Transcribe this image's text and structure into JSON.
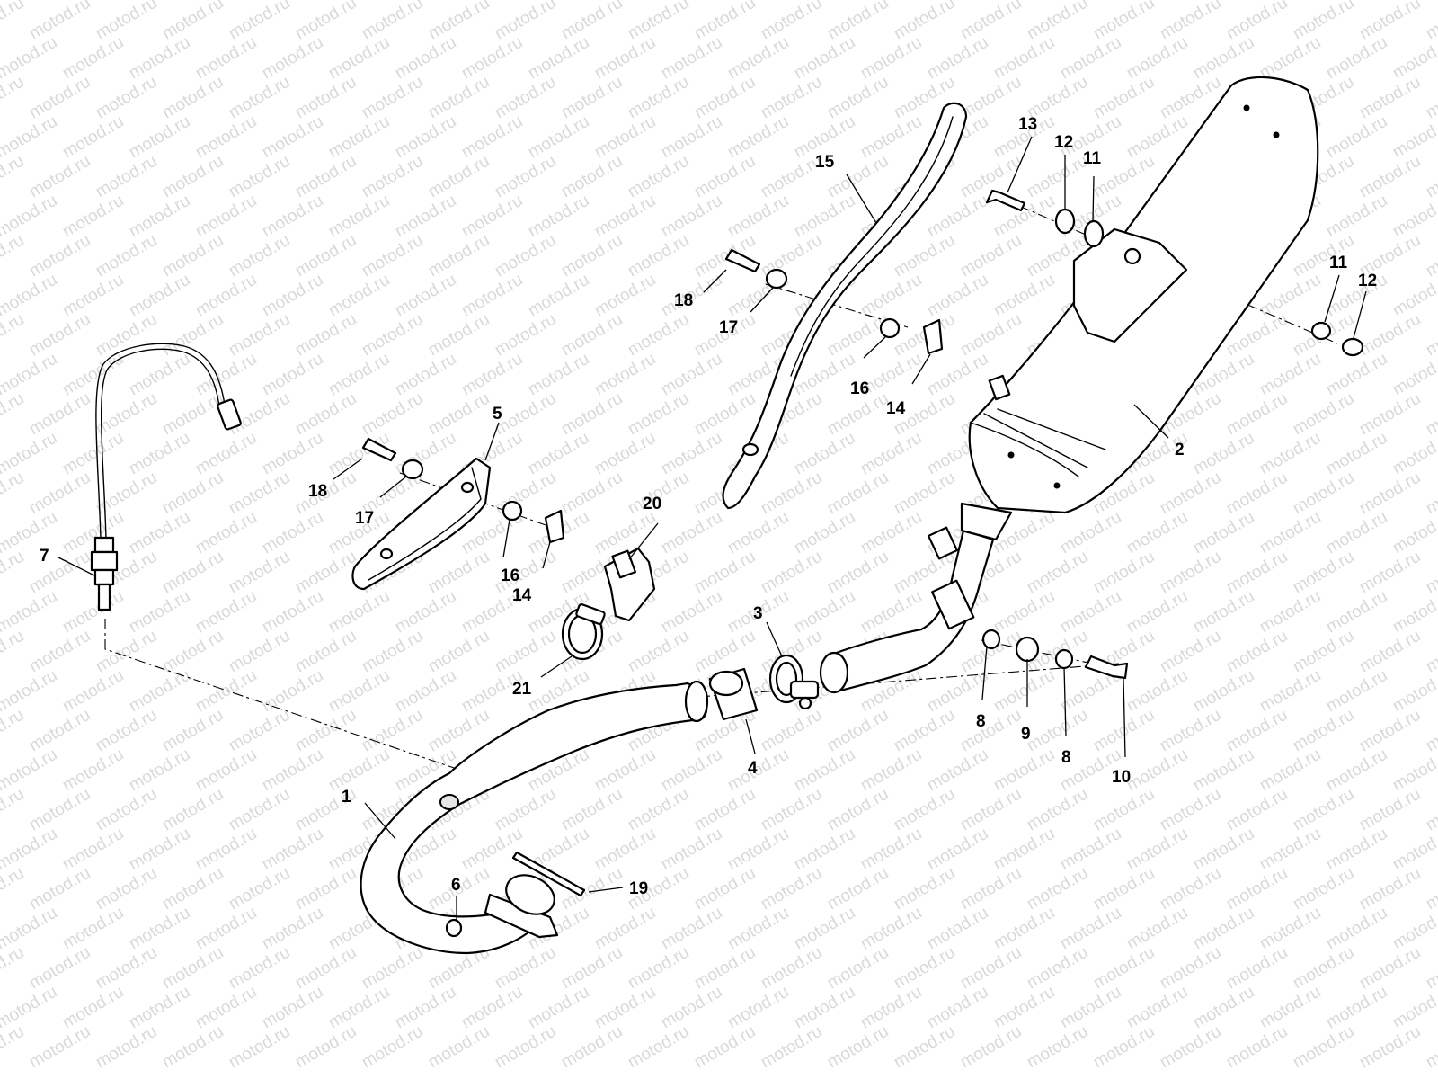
{
  "watermark": {
    "text": "motod.ru"
  },
  "callouts": [
    {
      "id": "c1",
      "label": "1"
    },
    {
      "id": "c2",
      "label": "2"
    },
    {
      "id": "c3",
      "label": "3"
    },
    {
      "id": "c4",
      "label": "4"
    },
    {
      "id": "c5",
      "label": "5"
    },
    {
      "id": "c6",
      "label": "6"
    },
    {
      "id": "c7",
      "label": "7"
    },
    {
      "id": "c8a",
      "label": "8"
    },
    {
      "id": "c8b",
      "label": "8"
    },
    {
      "id": "c9",
      "label": "9"
    },
    {
      "id": "c10",
      "label": "10"
    },
    {
      "id": "c11a",
      "label": "11"
    },
    {
      "id": "c11b",
      "label": "11"
    },
    {
      "id": "c12a",
      "label": "12"
    },
    {
      "id": "c12b",
      "label": "12"
    },
    {
      "id": "c13",
      "label": "13"
    },
    {
      "id": "c14a",
      "label": "14"
    },
    {
      "id": "c14b",
      "label": "14"
    },
    {
      "id": "c15",
      "label": "15"
    },
    {
      "id": "c16a",
      "label": "16"
    },
    {
      "id": "c16b",
      "label": "16"
    },
    {
      "id": "c17a",
      "label": "17"
    },
    {
      "id": "c17b",
      "label": "17"
    },
    {
      "id": "c18a",
      "label": "18"
    },
    {
      "id": "c18b",
      "label": "18"
    },
    {
      "id": "c19",
      "label": "19"
    },
    {
      "id": "c20",
      "label": "20"
    },
    {
      "id": "c21",
      "label": "21"
    }
  ]
}
